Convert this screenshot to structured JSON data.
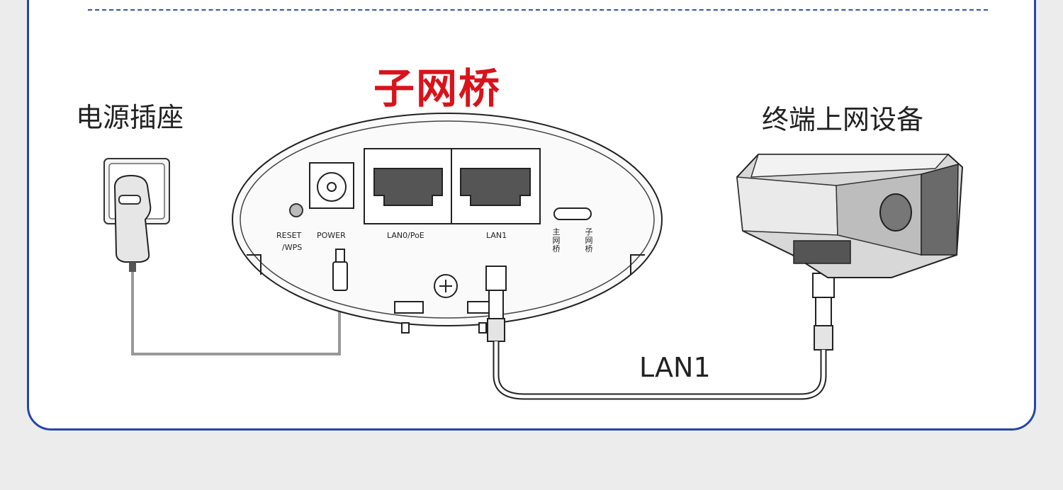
{
  "diagram": {
    "title": "子网桥",
    "power_outlet_label": "电源插座",
    "end_device_label": "终端上网设备",
    "cable_label": "LAN1",
    "ports": {
      "reset": "RESET",
      "wps": "/WPS",
      "power": "POWER",
      "lan0": "LAN0/PoE",
      "lan1": "LAN1",
      "switch_main": "主网桥",
      "switch_sub": "子网桥"
    },
    "colors": {
      "title": "#d9131b",
      "card_border": "#2547a8",
      "background": "#ececec"
    }
  }
}
